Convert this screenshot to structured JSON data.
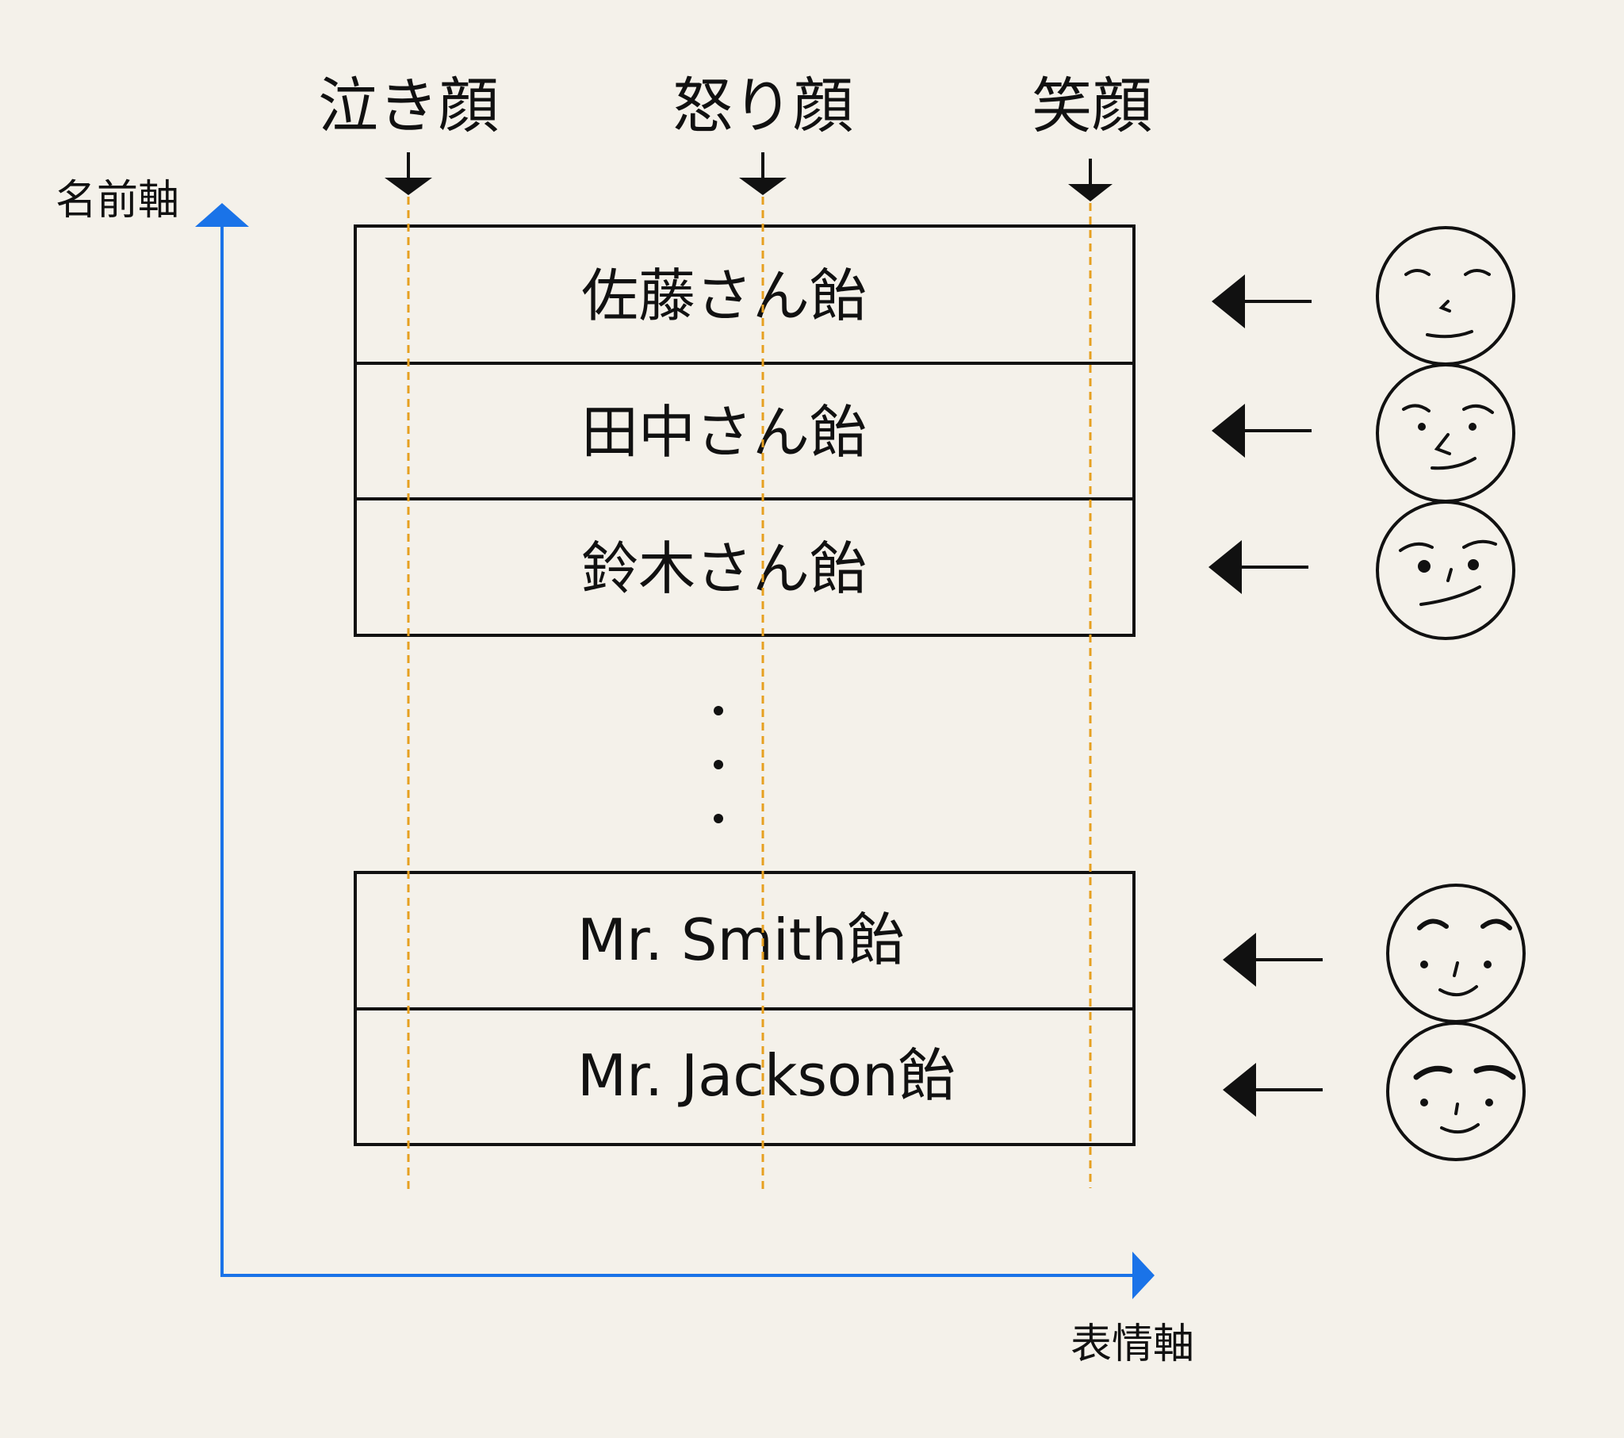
{
  "axes": {
    "vertical_label": "名前軸",
    "horizontal_label": "表情軸",
    "color": "#1a73e8"
  },
  "columns": [
    {
      "label": "泣き顔"
    },
    {
      "label": "怒り顔"
    },
    {
      "label": "笑顔"
    }
  ],
  "rows": [
    {
      "label": "佐藤さん飴",
      "face": "face-sato-icon"
    },
    {
      "label": "田中さん飴",
      "face": "face-tanaka-icon"
    },
    {
      "label": "鈴木さん飴",
      "face": "face-suzuki-icon"
    },
    {
      "label": "Mr. Smith飴",
      "face": "face-smith-icon"
    },
    {
      "label": "Mr. Jackson飴",
      "face": "face-jackson-icon"
    }
  ],
  "ellipsis": "・・・",
  "colors": {
    "background": "#f4f1ea",
    "line": "#111111",
    "guide": "#e6a020"
  }
}
